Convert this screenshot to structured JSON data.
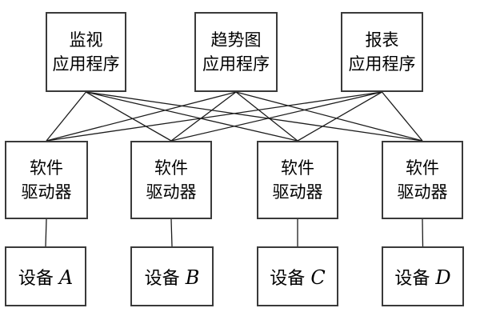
{
  "diagram": {
    "description": "software-driver-architecture-diagram",
    "colors": {
      "background": "#ffffff",
      "box_border": "#3a3a3a",
      "connection_line": "#1c1c1c",
      "text": "#000000"
    },
    "applications": [
      {
        "line1": "监视",
        "line2": "应用程序"
      },
      {
        "line1": "趋势图",
        "line2": "应用程序"
      },
      {
        "line1": "报表",
        "line2": "应用程序"
      }
    ],
    "drivers": [
      {
        "line1": "软件",
        "line2": "驱动器"
      },
      {
        "line1": "软件",
        "line2": "驱动器"
      },
      {
        "line1": "软件",
        "line2": "驱动器"
      },
      {
        "line1": "软件",
        "line2": "驱动器"
      }
    ],
    "devices": [
      {
        "label": "设备",
        "letter": "A"
      },
      {
        "label": "设备",
        "letter": "B"
      },
      {
        "label": "设备",
        "letter": "C"
      },
      {
        "label": "设备",
        "letter": "D"
      }
    ],
    "connections": {
      "applications_to_drivers": "complete-bipartite",
      "drivers_to_devices": "one-to-one"
    }
  }
}
